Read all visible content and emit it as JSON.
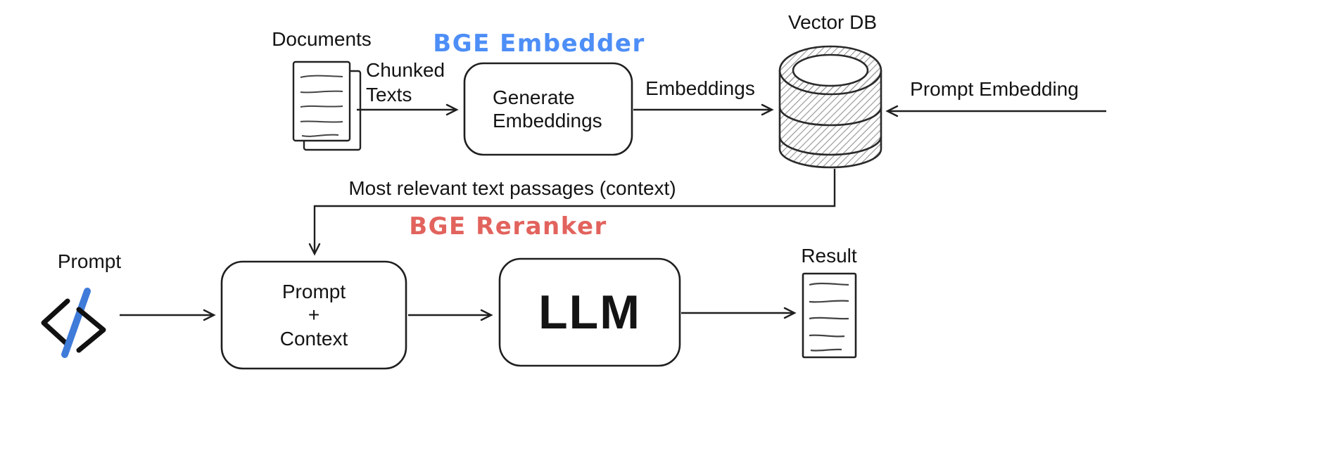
{
  "diagram": {
    "labels": {
      "documents": "Documents",
      "chunked_line1": "Chunked",
      "chunked_line2": "Texts",
      "embedder_title": "BGE Embedder",
      "generate_line1": "Generate",
      "generate_line2": "Embeddings",
      "embeddings_edge": "Embeddings",
      "vector_db": "Vector DB",
      "prompt_embedding": "Prompt Embedding",
      "context_edge": "Most relevant text passages (context)",
      "reranker_title": "BGE Reranker",
      "prompt": "Prompt",
      "pc_line1": "Prompt",
      "pc_line2": "+",
      "pc_line3": "Context",
      "llm": "LLM",
      "result": "Result"
    },
    "colors": {
      "embedder_blue": "#4d8ef7",
      "reranker_red": "#e2635d",
      "code_slash_blue": "#3f7bd9",
      "line_black": "#1f1f1f"
    }
  }
}
